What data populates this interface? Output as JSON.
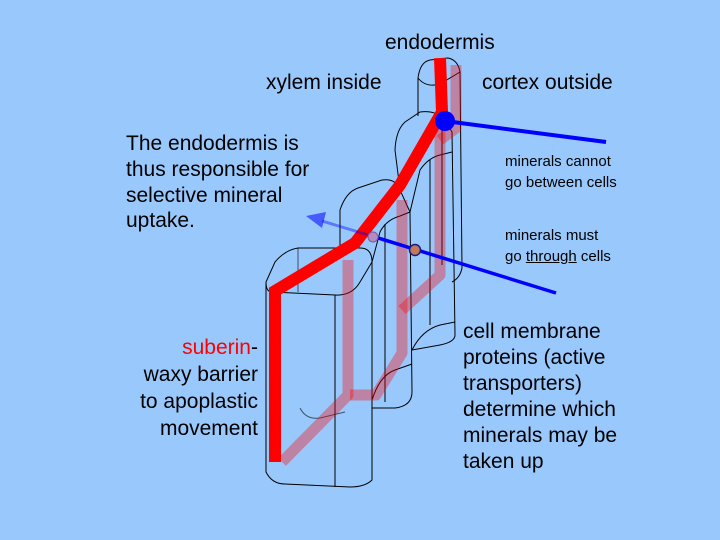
{
  "labels": {
    "endodermis": "endodermis",
    "xylem_inside": "xylem inside",
    "cortex_outside": "cortex outside",
    "responsible": [
      "The endodermis is",
      "thus responsible for",
      "selective mineral",
      "uptake."
    ],
    "cannot": [
      "minerals cannot",
      "go between cells"
    ],
    "must_line1": "minerals must",
    "must_pre": "go ",
    "must_underlined": "through",
    "must_post": " cells",
    "suberin_word": "suberin",
    "suberin_dash": "-",
    "suberin_rest": [
      "waxy barrier",
      "to apoplastic",
      "movement"
    ],
    "proteins": [
      "cell membrane",
      "proteins (active",
      "transporters)",
      "determine which",
      "minerals may be",
      "taken up"
    ]
  },
  "colors": {
    "background": "#99c9fc",
    "casparian_strip": "#ff0000",
    "arrow": "#0000ff",
    "cell_outline": "#000000"
  }
}
